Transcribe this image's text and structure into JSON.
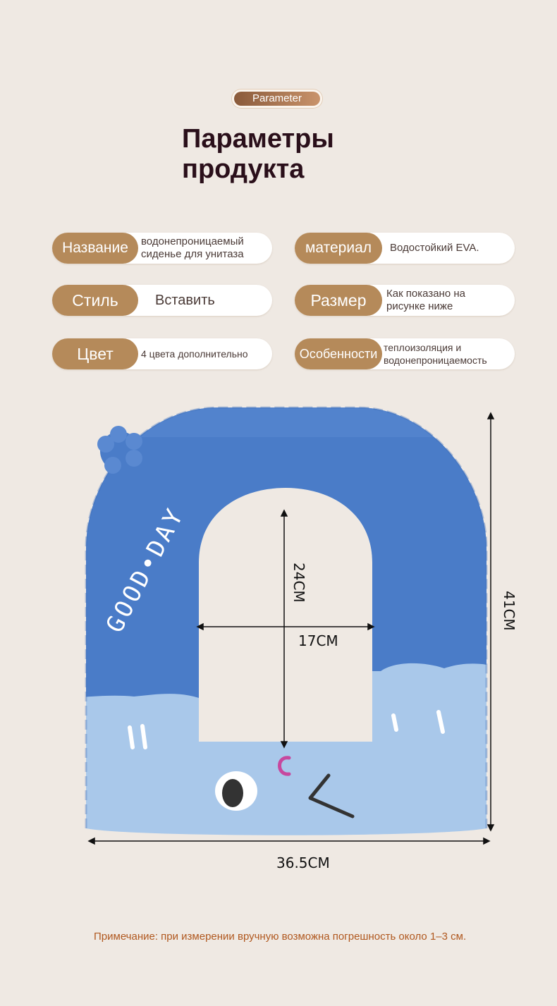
{
  "badge": "Parameter",
  "title_line1": "Параметры",
  "title_line2": "продукта",
  "params": [
    {
      "label": "Название",
      "value": "водонепроницаемый\nсиденье для унитаза"
    },
    {
      "label": "материал",
      "value": "Водостойкий EVA."
    },
    {
      "label": "Стиль",
      "value": "Вставить"
    },
    {
      "label": "Размер",
      "value": "Как показано на\n рисунке ниже"
    },
    {
      "label": "Цвет",
      "value": "4 цвета дополнительно"
    },
    {
      "label": "Особенности",
      "value": "теплоизоляция и\nводонепроницаемость"
    }
  ],
  "product": {
    "print_text": "GOOD•DAY",
    "dim_inner_height": "24CM",
    "dim_inner_width": "17CM",
    "dim_outer_height": "41CM",
    "dim_outer_width": "36.5CM"
  },
  "note": "Примечание: при измерении вручную возможна погрешность около 1–3 см."
}
